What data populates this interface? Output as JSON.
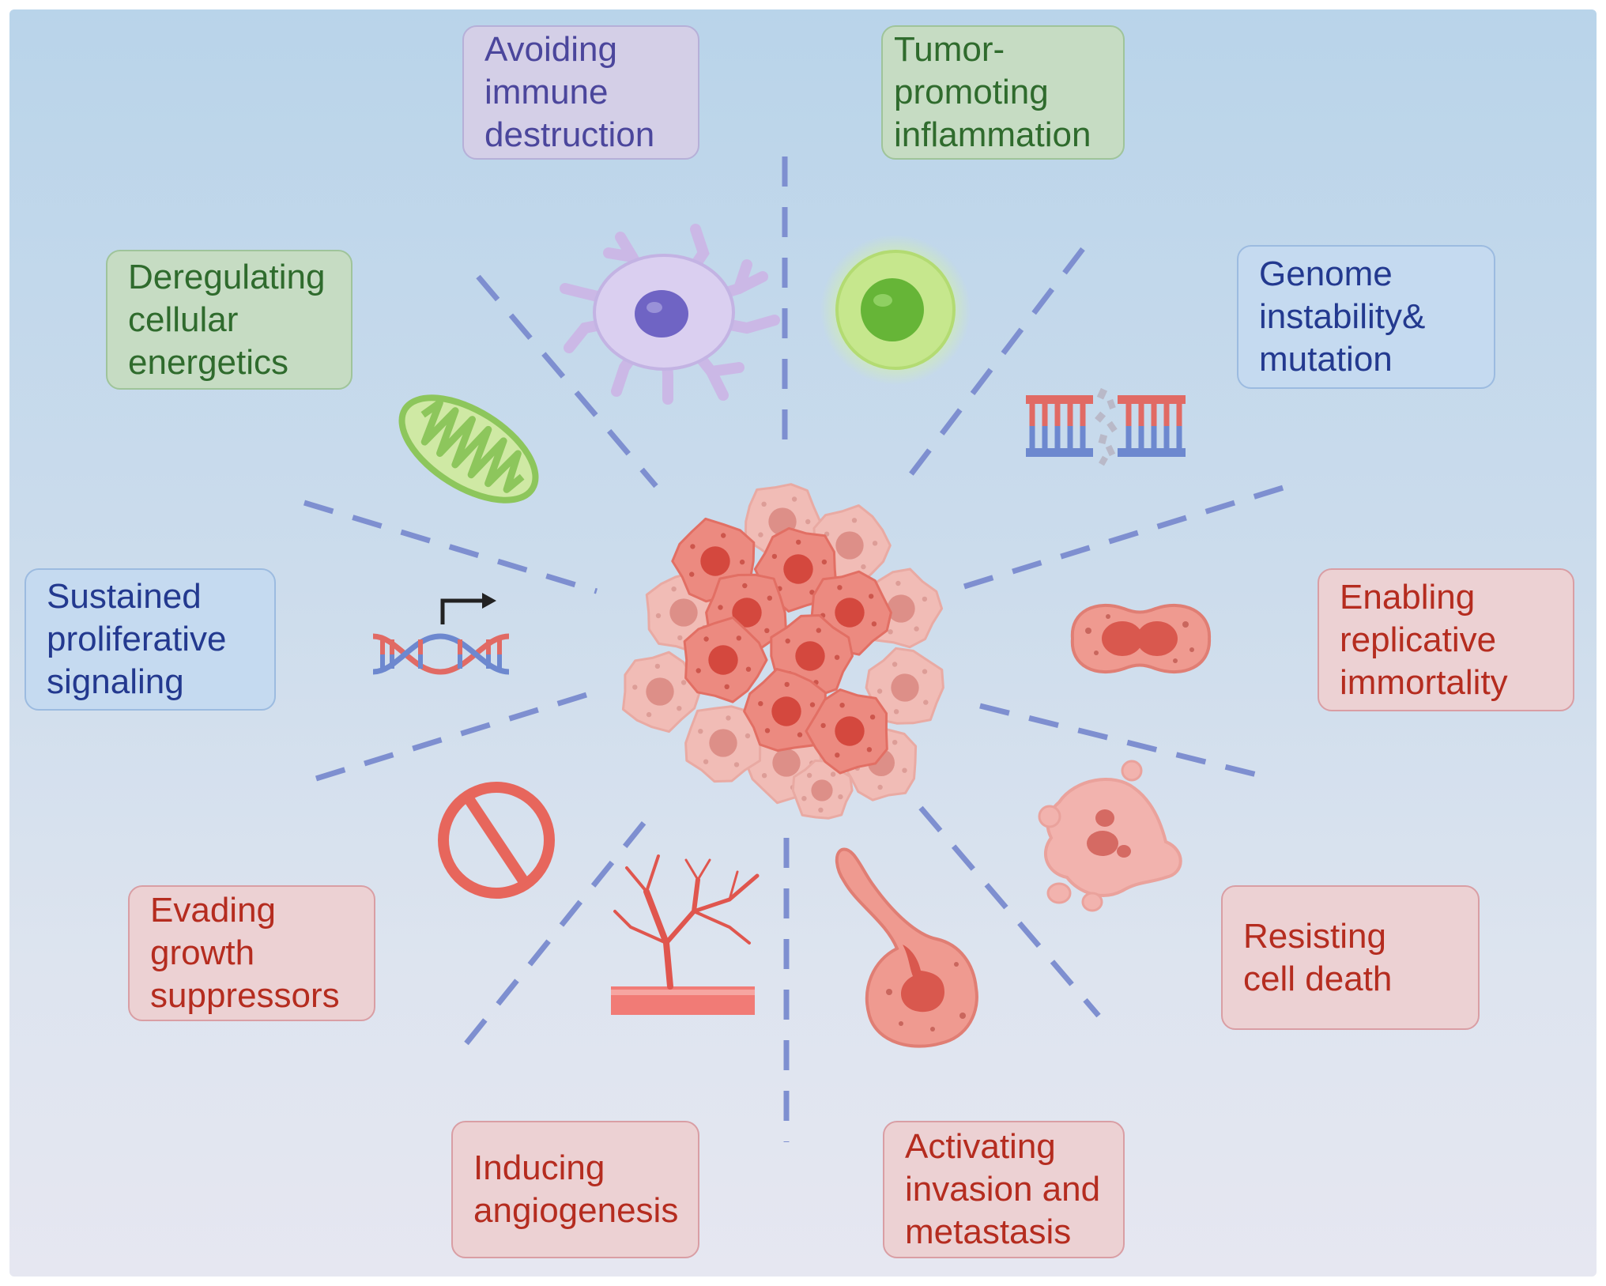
{
  "hallmarks": [
    {
      "id": "avoiding-immune-destruction",
      "label": "Avoiding\nimmune\ndestruction",
      "color": "purple",
      "icon": "dendritic-cell-icon"
    },
    {
      "id": "tumor-promoting-inflammation",
      "label": "Tumor-\npromoting\ninflammation",
      "color": "green",
      "icon": "immune-cell-icon"
    },
    {
      "id": "genome-instability",
      "label": "Genome\ninstability&\nmutation",
      "color": "blue",
      "icon": "broken-dna-icon"
    },
    {
      "id": "enabling-replicative-immortality",
      "label": "Enabling\nreplicative\nimmortality",
      "color": "red",
      "icon": "dividing-cell-icon"
    },
    {
      "id": "resisting-cell-death",
      "label": "Resisting\ncell death",
      "color": "red",
      "icon": "apoptotic-cell-icon"
    },
    {
      "id": "activating-invasion-metastasis",
      "label": "Activating\ninvasion and\nmetastasis",
      "color": "red",
      "icon": "migrating-cell-icon"
    },
    {
      "id": "inducing-angiogenesis",
      "label": "Inducing\nangiogenesis",
      "color": "red",
      "icon": "blood-vessel-icon"
    },
    {
      "id": "evading-growth-suppressors",
      "label": "Evading\ngrowth\nsuppressors",
      "color": "red",
      "icon": "prohibition-icon"
    },
    {
      "id": "sustained-proliferative-signaling",
      "label": "Sustained\nproliferative\nsignaling",
      "color": "blue",
      "icon": "dna-promoter-icon"
    },
    {
      "id": "deregulating-cellular-energetics",
      "label": "Deregulating\ncellular\nenergetics",
      "color": "green",
      "icon": "mitochondrion-icon"
    }
  ],
  "center": {
    "icon": "tumor-cluster-icon"
  },
  "colors": {
    "divider": "#7e8fd0",
    "tumor": "#ec8a80",
    "tumor_nucleus": "#d4483e"
  }
}
